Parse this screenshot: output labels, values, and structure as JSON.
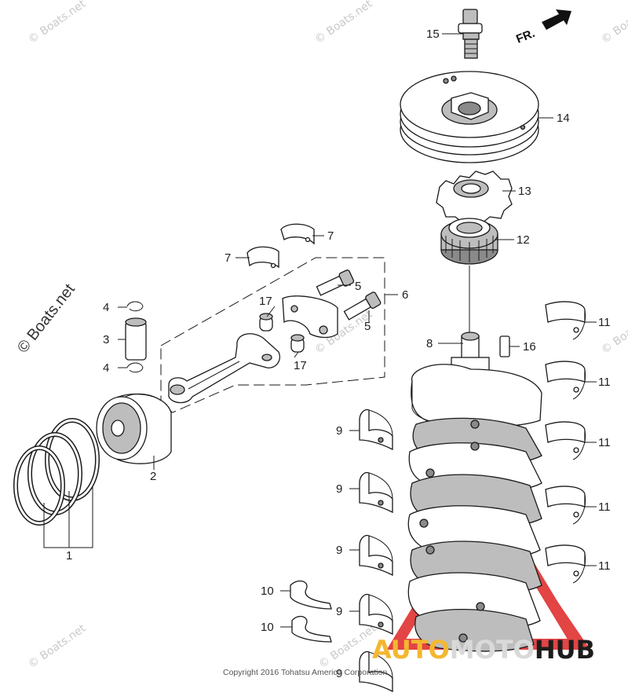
{
  "watermarks": [
    "© Boats.net",
    "© Boats.net",
    "© Boats.net",
    "© Boats.net",
    "© Boats.net",
    "© Boats.net",
    "© Boats.net"
  ],
  "main_watermark": "© Boats.net",
  "copyright": "Copyright 2016 Tohatsu America Corporation",
  "direction_label": "FR.",
  "brand": {
    "part1": "AUTO",
    "part2": "MOTO",
    "part3": "HUB"
  },
  "callouts": {
    "c1": "1",
    "c2": "2",
    "c3": "3",
    "c4a": "4",
    "c4b": "4",
    "c5a": "5",
    "c5b": "5",
    "c6": "6",
    "c7a": "7",
    "c7b": "7",
    "c8": "8",
    "c9a": "9",
    "c9b": "9",
    "c9c": "9",
    "c9d": "9",
    "c9e": "9",
    "c10a": "10",
    "c10b": "10",
    "c11a": "11",
    "c11b": "11",
    "c11c": "11",
    "c11d": "11",
    "c11e": "11",
    "c12": "12",
    "c13": "13",
    "c14": "14",
    "c15": "15",
    "c16": "16",
    "c17a": "17",
    "c17b": "17"
  },
  "colors": {
    "line": "#1a1a1a",
    "logo_red": "#e03030",
    "logo_gold": "#f4b731"
  }
}
